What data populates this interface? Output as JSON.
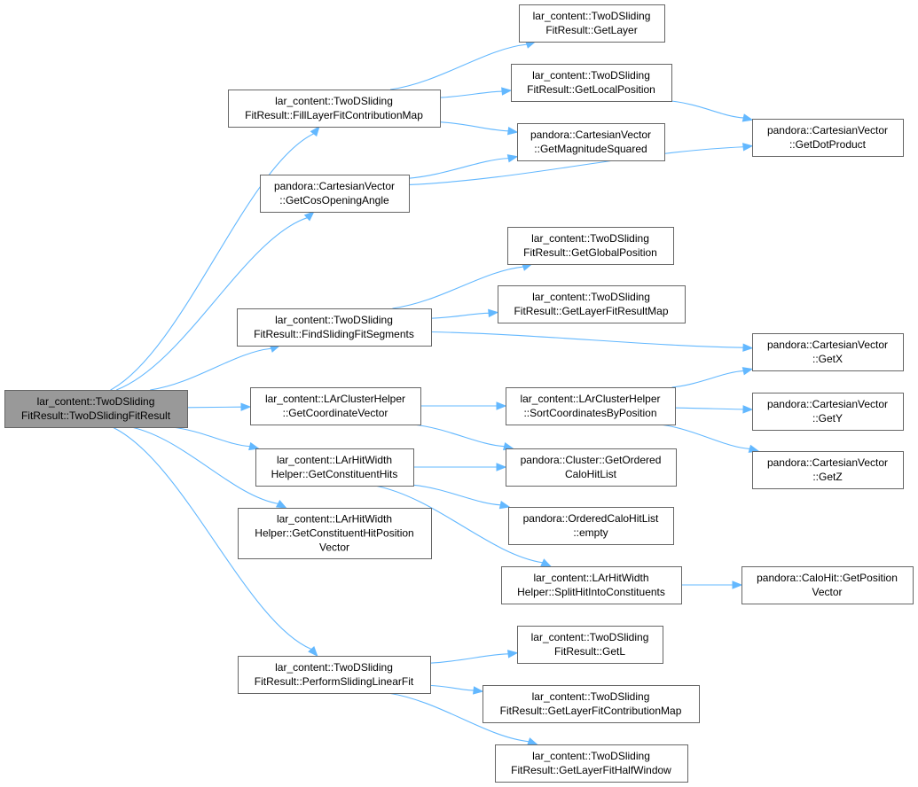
{
  "colors": {
    "edge": "#63b8ff",
    "node_border": "#666666",
    "root_fill": "#999999",
    "node_fill": "#ffffff"
  },
  "nodes": [
    {
      "id": "root",
      "root": true,
      "lines": [
        "lar_content::TwoDSliding",
        "FitResult::TwoDSlidingFitResult"
      ]
    },
    {
      "id": "n1",
      "lines": [
        "lar_content::TwoDSliding",
        "FitResult::FillLayerFitContributionMap"
      ]
    },
    {
      "id": "n2",
      "lines": [
        "pandora::CartesianVector",
        "::GetCosOpeningAngle"
      ]
    },
    {
      "id": "n3",
      "lines": [
        "lar_content::TwoDSliding",
        "FitResult::FindSlidingFitSegments"
      ]
    },
    {
      "id": "n4",
      "lines": [
        "lar_content::LArClusterHelper",
        "::GetCoordinateVector"
      ]
    },
    {
      "id": "n5",
      "lines": [
        "lar_content::LArHitWidth",
        "Helper::GetConstituentHits"
      ]
    },
    {
      "id": "n6",
      "lines": [
        "lar_content::LArHitWidth",
        "Helper::GetConstituentHitPosition",
        "Vector"
      ]
    },
    {
      "id": "n7",
      "lines": [
        "lar_content::TwoDSliding",
        "FitResult::PerformSlidingLinearFit"
      ]
    },
    {
      "id": "n8",
      "lines": [
        "lar_content::TwoDSliding",
        "FitResult::GetLayer"
      ]
    },
    {
      "id": "n9",
      "lines": [
        "lar_content::TwoDSliding",
        "FitResult::GetLocalPosition"
      ]
    },
    {
      "id": "n10",
      "lines": [
        "pandora::CartesianVector",
        "::GetMagnitudeSquared"
      ]
    },
    {
      "id": "n11",
      "lines": [
        "lar_content::TwoDSliding",
        "FitResult::GetGlobalPosition"
      ]
    },
    {
      "id": "n12",
      "lines": [
        "lar_content::TwoDSliding",
        "FitResult::GetLayerFitResultMap"
      ]
    },
    {
      "id": "n13",
      "lines": [
        "lar_content::LArClusterHelper",
        "::SortCoordinatesByPosition"
      ]
    },
    {
      "id": "n14",
      "lines": [
        "pandora::Cluster::GetOrdered",
        "CaloHitList"
      ]
    },
    {
      "id": "n15",
      "lines": [
        "pandora::OrderedCaloHitList",
        "::empty"
      ]
    },
    {
      "id": "n16",
      "lines": [
        "lar_content::LArHitWidth",
        "Helper::SplitHitIntoConstituents"
      ]
    },
    {
      "id": "n17",
      "lines": [
        "lar_content::TwoDSliding",
        "FitResult::GetL"
      ]
    },
    {
      "id": "n18",
      "lines": [
        "lar_content::TwoDSliding",
        "FitResult::GetLayerFitContributionMap"
      ]
    },
    {
      "id": "n19",
      "lines": [
        "lar_content::TwoDSliding",
        "FitResult::GetLayerFitHalfWindow"
      ]
    },
    {
      "id": "n20",
      "lines": [
        "pandora::CartesianVector",
        "::GetDotProduct"
      ]
    },
    {
      "id": "n21",
      "lines": [
        "pandora::CartesianVector",
        "::GetX"
      ]
    },
    {
      "id": "n22",
      "lines": [
        "pandora::CartesianVector",
        "::GetY"
      ]
    },
    {
      "id": "n23",
      "lines": [
        "pandora::CartesianVector",
        "::GetZ"
      ]
    },
    {
      "id": "n24",
      "lines": [
        "pandora::CaloHit::GetPosition",
        "Vector"
      ]
    }
  ],
  "edges": [
    [
      "root",
      "n1"
    ],
    [
      "root",
      "n2"
    ],
    [
      "root",
      "n3"
    ],
    [
      "root",
      "n4"
    ],
    [
      "root",
      "n5"
    ],
    [
      "root",
      "n6"
    ],
    [
      "root",
      "n7"
    ],
    [
      "n1",
      "n8"
    ],
    [
      "n1",
      "n9"
    ],
    [
      "n1",
      "n10"
    ],
    [
      "n2",
      "n10"
    ],
    [
      "n2",
      "n20"
    ],
    [
      "n9",
      "n20"
    ],
    [
      "n3",
      "n11"
    ],
    [
      "n3",
      "n12"
    ],
    [
      "n3",
      "n21"
    ],
    [
      "n4",
      "n13"
    ],
    [
      "n4",
      "n14"
    ],
    [
      "n13",
      "n21"
    ],
    [
      "n13",
      "n22"
    ],
    [
      "n13",
      "n23"
    ],
    [
      "n5",
      "n14"
    ],
    [
      "n5",
      "n15"
    ],
    [
      "n5",
      "n16"
    ],
    [
      "n16",
      "n24"
    ],
    [
      "n7",
      "n17"
    ],
    [
      "n7",
      "n18"
    ],
    [
      "n7",
      "n19"
    ]
  ]
}
